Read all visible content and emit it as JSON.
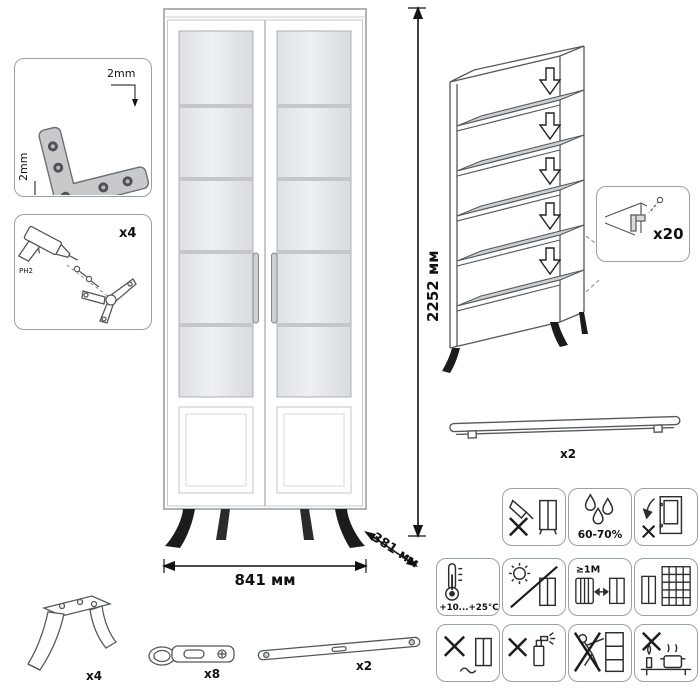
{
  "sheet": {
    "dims": {
      "height": "2252 мм",
      "width": "841 мм",
      "depth": "381 мм"
    },
    "corner_bracket": {
      "dim_top": "2mm",
      "dim_side": "2mm"
    },
    "drill": {
      "count": "x4",
      "bit": "PH2"
    },
    "shelf_fitting": {
      "count": "x20"
    },
    "handle": {
      "count": "x2"
    },
    "leg": {
      "count": "x4"
    },
    "hinge": {
      "count": "x8"
    },
    "brace": {
      "count": "x2"
    },
    "care": {
      "humidity": "60-70%",
      "temperature": "+10...+25°C",
      "distance": "≥1M"
    }
  }
}
